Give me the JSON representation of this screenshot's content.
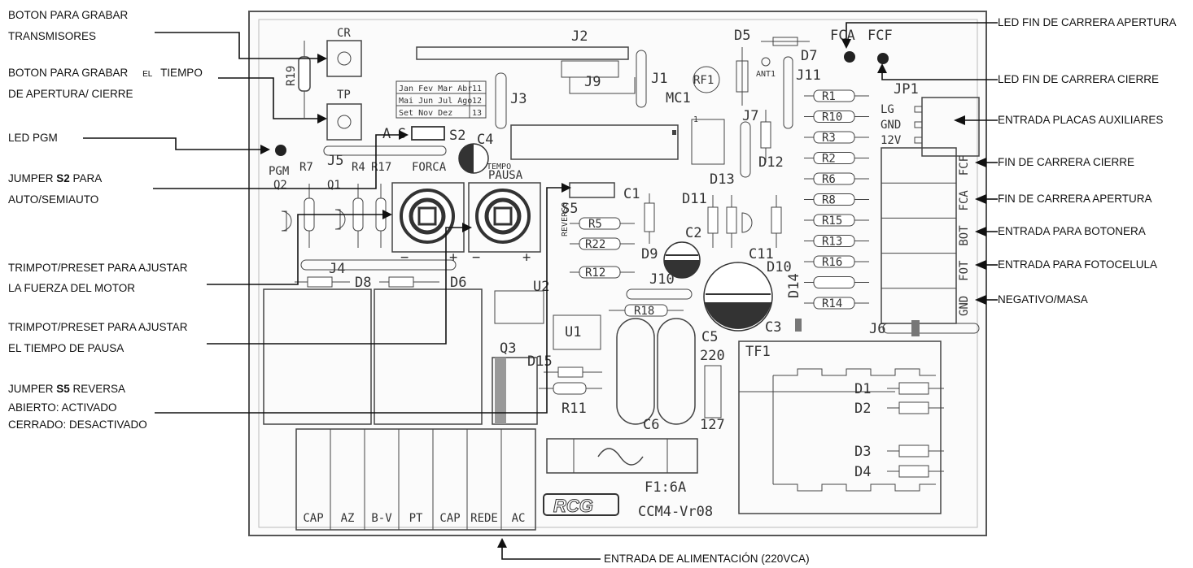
{
  "left_labels": {
    "cr_line1": "BOTON PARA GRABAR",
    "cr_line2": "TRANSMISORES",
    "tp_line1_a": "BOTON PARA GRABAR",
    "tp_line1_b": "EL",
    "tp_line1_c": "TIEMPO",
    "tp_line2": "DE APERTURA/ CIERRE",
    "led_pgm": "LED PGM",
    "s2_line1_pre": "JUMPER ",
    "s2_line1_bold": "S2",
    "s2_line1_post": " PARA",
    "s2_line2": "AUTO/SEMIAUTO",
    "force_line1": "TRIMPOT/PRESET PARA AJUSTAR",
    "force_line2": "LA FUERZA DEL MOTOR",
    "pause_line1": "TRIMPOT/PRESET PARA AJUSTAR",
    "pause_line2": "EL TIEMPO DE PAUSA",
    "s5_line1_pre": "JUMPER ",
    "s5_line1_bold": "S5",
    "s5_line1_post": " REVERSA",
    "s5_line2": "ABIERTO: ACTIVADO",
    "s5_line3": "CERRADO: DESACTIVADO"
  },
  "right_labels": {
    "fca_led": "LED FIN DE CARRERA APERTURA",
    "fcf_led": "LED FIN DE CARRERA CIERRE",
    "aux": "ENTRADA PLACAS AUXILIARES",
    "fc_cierre": "FIN DE CARRERA CIERRE",
    "fc_apertura": "FIN DE CARRERA APERTURA",
    "botonera": "ENTRADA PARA BOTONERA",
    "fotocelula": "ENTRADA PARA FOTOCELULA",
    "masa": "NEGATIVO/MASA"
  },
  "bottom_label": "ENTRADA DE ALIMENTACIÓN (220VCA)",
  "board": {
    "cr": "CR",
    "tp": "TP",
    "r19": "R19",
    "j2": "J2",
    "d5": "D5",
    "fca": "FCA",
    "fcf": "FCF",
    "d7": "D7",
    "ant1": "ANT1",
    "j11": "J11",
    "jp1": "JP1",
    "j9": "J9",
    "j1": "J1",
    "rf1": "RF1",
    "mc1": "MC1",
    "j3": "J3",
    "pin1": "1",
    "months": [
      "Jan Fev Mar Abr",
      "Mai Jun Jul Ago",
      "Set        Nov Dez"
    ],
    "month_nums": [
      "11",
      "12",
      "13"
    ],
    "a": "A",
    "s": "S",
    "s2": "S2",
    "c4": "C4",
    "j5": "J5",
    "pgm": "PGM",
    "r7": "R7",
    "r4": "R4",
    "r17": "R17",
    "forca": "FORCA",
    "tempo": "TEMPO",
    "pausa": "PAUSA",
    "q2": "Q2",
    "q1": "Q1",
    "c1": "C1",
    "s5": "S5",
    "reverso": "REVERSO",
    "r5": "R5",
    "r22": "R22",
    "r12": "R12",
    "d9": "D9",
    "c2": "C2",
    "d11": "D11",
    "d13": "D13",
    "d12": "D12",
    "j7": "J7",
    "j4": "J4",
    "d8": "D8",
    "d6": "D6",
    "u2": "U2",
    "j10": "J10",
    "c11": "C11",
    "d10": "D10",
    "d14": "D14",
    "c3": "C3",
    "minus": "−",
    "plus": "+",
    "u1": "U1",
    "r18": "R18",
    "c5": "C5",
    "v220": "220",
    "v127": "127",
    "q3": "Q3",
    "d15": "D15",
    "r11": "R11",
    "c6": "C6",
    "tf1": "TF1",
    "d1": "D1",
    "d2": "D2",
    "d3": "D3",
    "d4": "D4",
    "fuse": "F1:6A",
    "rcg": "RCG",
    "version": "CCM4-Vr08",
    "j6": "J6",
    "resistors_right": [
      "R1",
      "R10",
      "R3",
      "R2",
      "R6",
      "R8",
      "R15",
      "R13",
      "R16",
      "",
      "R14"
    ],
    "jp1_pins": [
      "LG",
      "GND",
      "12V"
    ],
    "side_terminals": [
      "FCF",
      "FCA",
      "BOT",
      "FOT",
      "GND"
    ],
    "terminals": [
      "CAP",
      "AZ",
      "B-V",
      "PT",
      "CAP",
      "REDE",
      "AC"
    ]
  },
  "colors": {
    "line": "#111111",
    "board": "#444444",
    "led": "#222222"
  }
}
